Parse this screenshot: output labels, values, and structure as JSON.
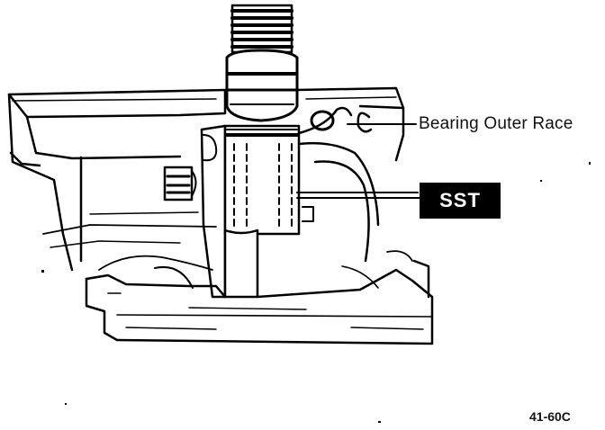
{
  "labels": {
    "bearing_outer_race": "Bearing Outer Race",
    "sst": "SST",
    "figure_code": "41-60C"
  },
  "colors": {
    "ink": "#000000",
    "paper": "#ffffff"
  }
}
